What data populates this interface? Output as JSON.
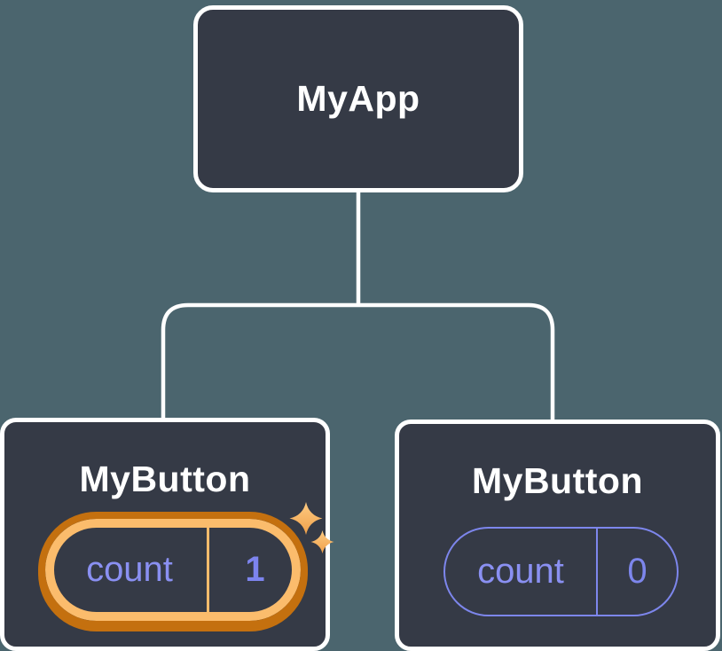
{
  "canvas": {
    "background_color": "#4b656e"
  },
  "colors": {
    "node_fill": "#353a46",
    "node_border": "#ffffff",
    "connector": "#ffffff",
    "state_purple": "#7d86ec",
    "highlight_ring_outer": "#c4700f",
    "highlight_ring_inner": "#fbbc6c",
    "sparkle_light": "#fdcb82",
    "sparkle_dark": "#f0a04a"
  },
  "tree": {
    "root": {
      "label": "MyApp"
    },
    "children": [
      {
        "label": "MyButton",
        "highlighted": true,
        "state_pill": {
          "name": "count",
          "value": "1"
        },
        "decoration_icon": "sparkles-icon"
      },
      {
        "label": "MyButton",
        "highlighted": false,
        "state_pill": {
          "name": "count",
          "value": "0"
        }
      }
    ]
  }
}
